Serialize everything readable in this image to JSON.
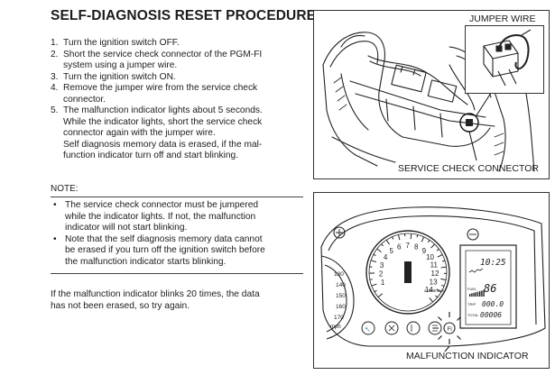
{
  "title": "SELF-DIAGNOSIS RESET PROCEDURE",
  "steps": [
    {
      "num": "1.",
      "lines": [
        "Turn the ignition switch OFF."
      ]
    },
    {
      "num": "2.",
      "lines": [
        "Short the service check connector of the PGM-FI",
        "system using a jumper wire."
      ]
    },
    {
      "num": "3.",
      "lines": [
        "Turn the ignition switch ON."
      ]
    },
    {
      "num": "4.",
      "lines": [
        "Remove the jumper wire from the service check",
        "connector."
      ]
    },
    {
      "num": "5.",
      "lines": [
        "The malfunction indicator lights about 5 seconds.",
        "While the indicator lights, short the service check",
        "connector again with the jumper wire.",
        "Self diagnosis memory data is erased, if the mal-",
        "function indicator turn off and start blinking."
      ]
    }
  ],
  "note": {
    "heading": "NOTE:",
    "items": [
      {
        "bullet": "•",
        "lines": [
          "The service check connector must be jumpered",
          "while the indicator lights. If not, the malfunction",
          "indicator will not start blinking."
        ]
      },
      {
        "bullet": "•",
        "lines": [
          "Note that the self diagnosis memory data cannot",
          "be erased if you turn off the ignition switch before",
          "the malfunction indicator starts blinking."
        ]
      }
    ]
  },
  "footer": [
    "If the malfunction indicator blinks 20 times, the data",
    "has not been erased, so try again."
  ],
  "figure1": {
    "jumper_label": "JUMPER WIRE",
    "caption": "SERVICE CHECK CONNECTOR"
  },
  "figure2": {
    "caption": "MALFUNCTION INDICATOR",
    "tach_numbers": [
      "1",
      "2",
      "3",
      "4",
      "5",
      "6",
      "7",
      "8",
      "9",
      "10",
      "11",
      "12",
      "13",
      "14"
    ],
    "tach_unit": "x1000r/min",
    "speedo_numbers": [
      "130",
      "140",
      "150",
      "160",
      "170"
    ],
    "speedo_unit": "mph",
    "lcd_clock": "10:25",
    "lcd_temp": "86",
    "lcd_trip": "000.0",
    "lcd_total": "00006",
    "lcd_trip_label": "TRIP",
    "lcd_total_label": "TOTAL",
    "lcd_fuel_label": "FUEL"
  }
}
